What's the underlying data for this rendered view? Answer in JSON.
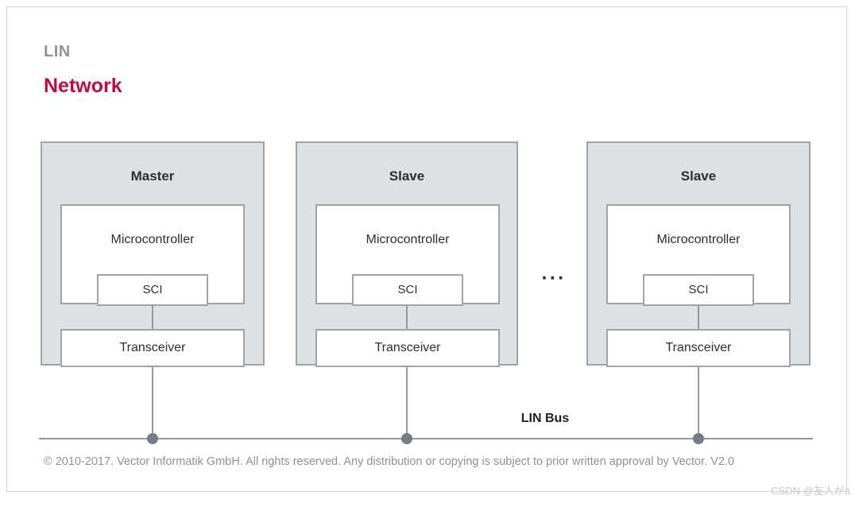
{
  "header": {
    "chapter": "LIN",
    "title": "Network"
  },
  "nodes": [
    {
      "title": "Master",
      "microcontroller": "Microcontroller",
      "sci": "SCI",
      "transceiver": "Transceiver"
    },
    {
      "title": "Slave",
      "microcontroller": "Microcontroller",
      "sci": "SCI",
      "transceiver": "Transceiver"
    },
    {
      "title": "Slave",
      "microcontroller": "Microcontroller",
      "sci": "SCI",
      "transceiver": "Transceiver"
    }
  ],
  "ellipsis": "···",
  "bus": {
    "label": "LIN Bus"
  },
  "footer": {
    "copyright": "© 2010-2017. Vector Informatik GmbH. All rights reserved. Any distribution or copying is subject to prior written approval by Vector. V2.0"
  },
  "watermark": "CSDN @友人がa",
  "colors": {
    "accent_red": "#c10b3d",
    "chapter_gray": "#8d959b",
    "node_fill": "#dde1e4",
    "node_border": "#9ea4a9",
    "line_gray": "#9199a0",
    "dot_gray": "#757c83",
    "text_dark": "#2c2f32",
    "copyright_gray": "#8c9399"
  }
}
